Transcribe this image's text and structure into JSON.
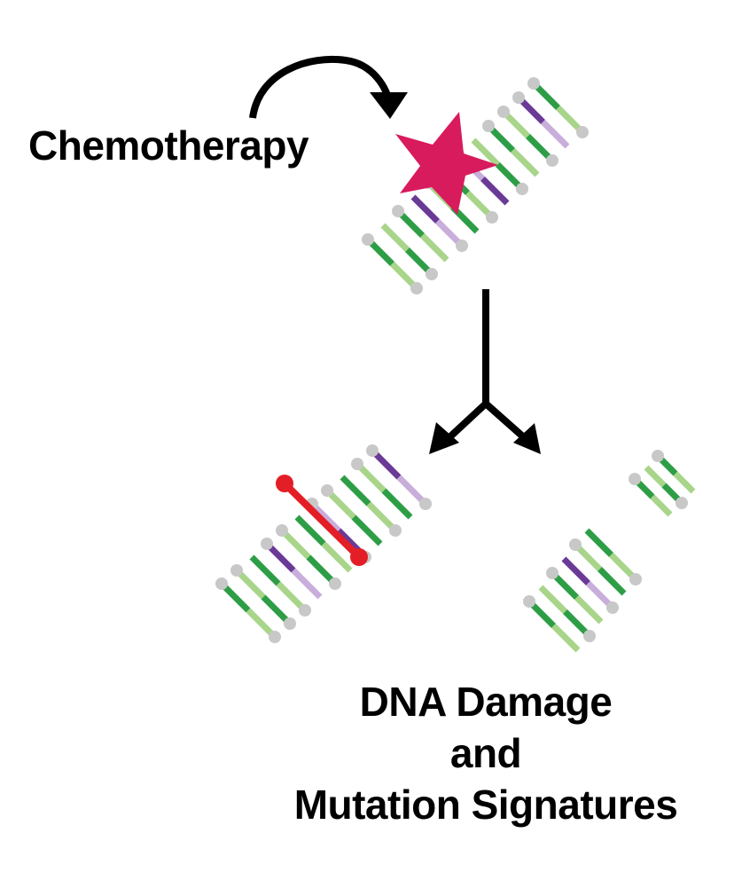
{
  "diagram": {
    "agent_label": "Chemotherapy",
    "result_lines": [
      "DNA Damage",
      "and",
      "Mutation Signatures"
    ]
  },
  "colors": {
    "text": "#000000",
    "arrow": "#000000",
    "star": "#D81B5C",
    "backbone_node": "#C8C8C8",
    "base_dark_green": "#2E9E46",
    "base_light_green": "#A8D58A",
    "base_dark_purple": "#6A3A96",
    "base_light_purple": "#C9AEDB",
    "crosslink_red": "#E41E26"
  },
  "icons": {
    "damage_marker": "star-icon",
    "crosslink": "interstrand-crosslink-icon",
    "dna": "dna-helix-icon"
  }
}
